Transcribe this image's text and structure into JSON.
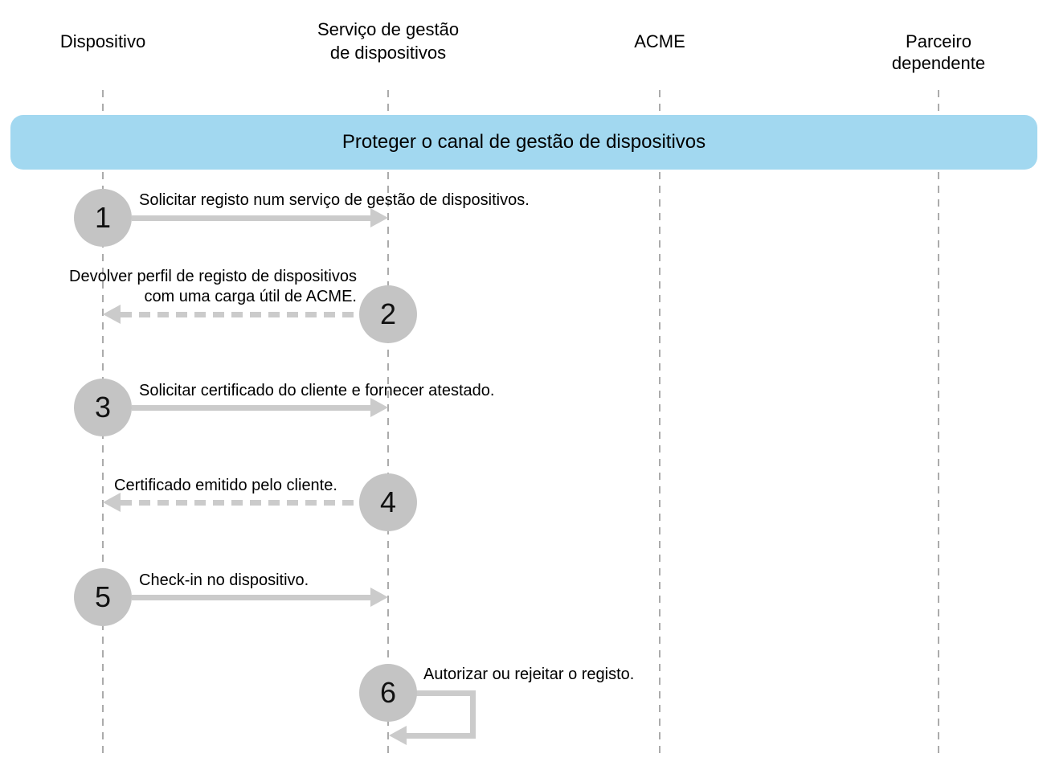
{
  "diagram": {
    "type": "sequence-diagram",
    "banner": {
      "title": "Proteger o canal de gestão de dispositivos",
      "background_color": "#a2d8f0"
    },
    "actors": [
      {
        "name": "Dispositivo"
      },
      {
        "name": "Serviço de gestão\nde dispositivos"
      },
      {
        "name": "ACME"
      },
      {
        "name": "Parceiro dependente"
      }
    ],
    "steps": [
      {
        "number": "1",
        "label": "Solicitar registo num serviço de gestão de dispositivos.",
        "from": "Dispositivo",
        "to": "Serviço de gestão de dispositivos",
        "arrow": "solid-right"
      },
      {
        "number": "2",
        "label": "Devolver perfil de registo de dispositivos\ncom uma carga útil de ACME.",
        "from": "Serviço de gestão de dispositivos",
        "to": "Dispositivo",
        "arrow": "dashed-left"
      },
      {
        "number": "3",
        "label": "Solicitar certificado do cliente e fornecer atestado.",
        "from": "Dispositivo",
        "to": "Serviço de gestão de dispositivos",
        "arrow": "solid-right"
      },
      {
        "number": "4",
        "label": "Certificado emitido pelo cliente.",
        "from": "Serviço de gestão de dispositivos",
        "to": "Dispositivo",
        "arrow": "dashed-left"
      },
      {
        "number": "5",
        "label": "Check-in no dispositivo.",
        "from": "Dispositivo",
        "to": "Serviço de gestão de dispositivos",
        "arrow": "solid-right"
      },
      {
        "number": "6",
        "label": "Autorizar ou rejeitar o registo.",
        "from": "Serviço de gestão de dispositivos",
        "to": "Serviço de gestão de dispositivos",
        "arrow": "self-loop"
      }
    ],
    "colors": {
      "banner_bg": "#a2d8f0",
      "circle_fill": "#c4c4c4",
      "arrow": "#cbcbcb",
      "lifeline": "#ababab",
      "text": "#000000"
    }
  }
}
